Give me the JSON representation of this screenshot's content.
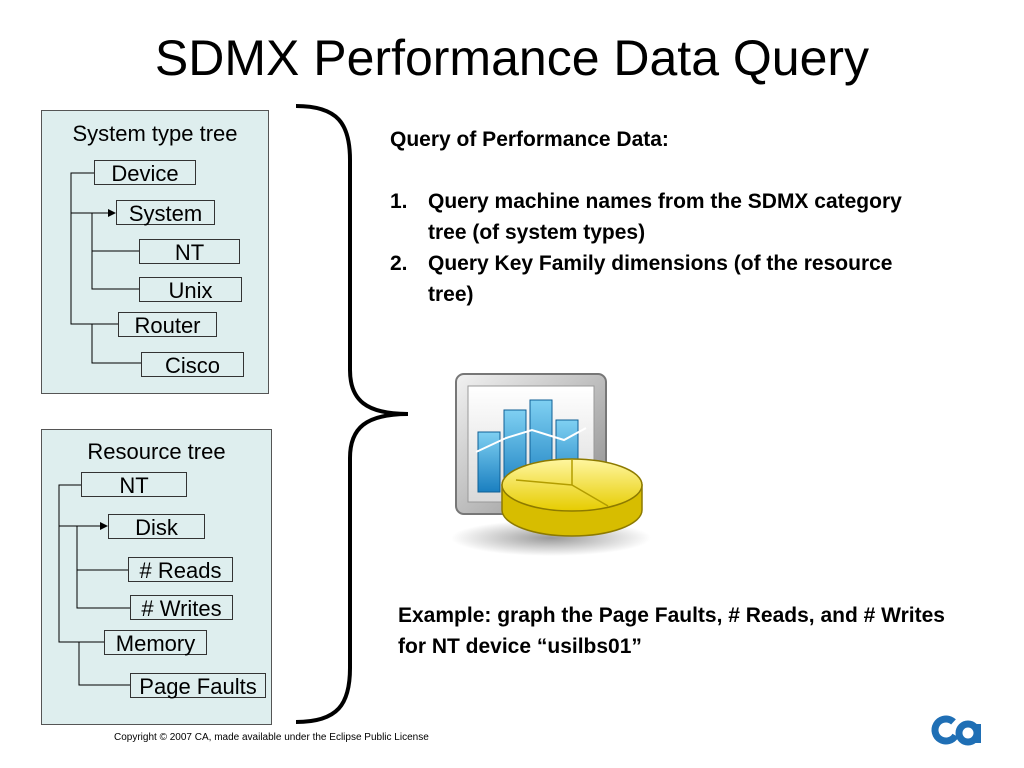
{
  "slide": {
    "title": "SDMX Performance Data Query",
    "copyright": "Copyright © 2007 CA, made available under the Eclipse Public License",
    "logo_text": "ca",
    "colors": {
      "panel": "#deeeee",
      "logo": "#1f6fb5"
    }
  },
  "system_tree": {
    "title": "System type tree",
    "nodes": [
      "Device",
      "System",
      "NT",
      "Unix",
      "Router",
      "Cisco"
    ]
  },
  "resource_tree": {
    "title": "Resource tree",
    "nodes": [
      "NT",
      "Disk",
      "# Reads",
      "# Writes",
      "Memory",
      "Page Faults"
    ]
  },
  "query": {
    "heading": "Query of Performance Data:",
    "steps": [
      {
        "num": "1.",
        "text": "Query machine names from the SDMX category tree (of system types)"
      },
      {
        "num": "2.",
        "text": "Query Key Family dimensions (of the resource tree)"
      }
    ]
  },
  "example": "Example: graph the Page Faults, # Reads, and # Writes for NT device “usilbs01”",
  "icon": "chart-database-icon"
}
